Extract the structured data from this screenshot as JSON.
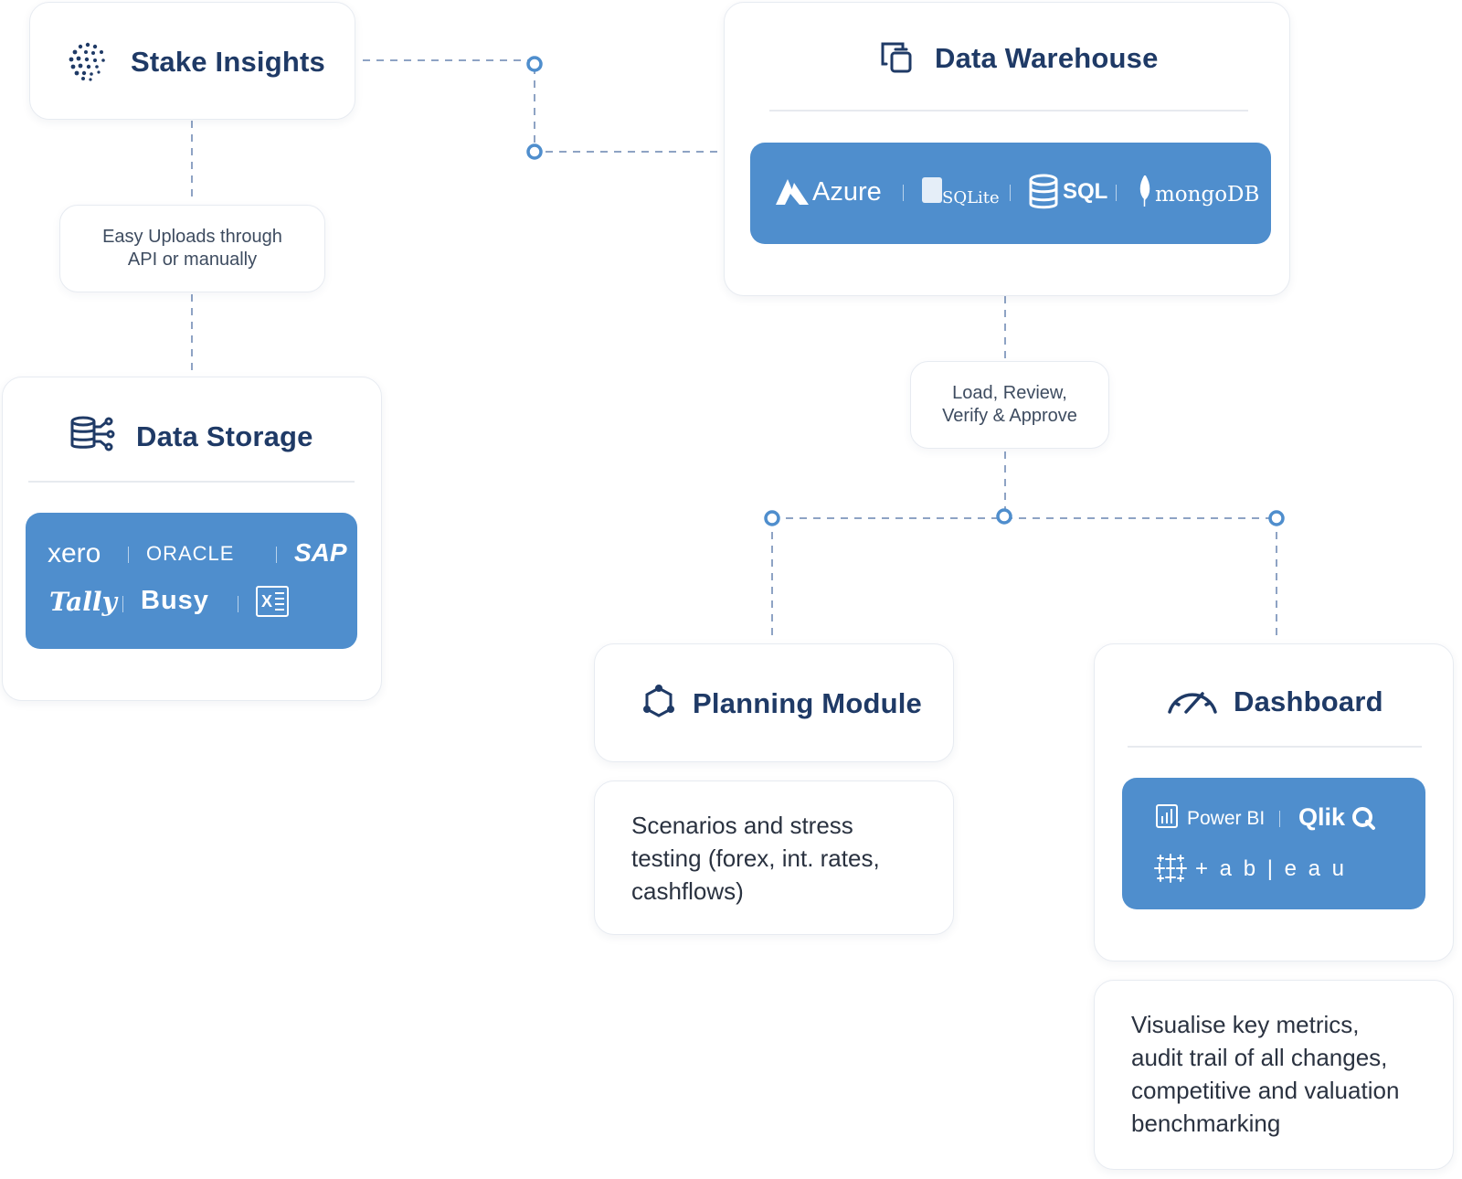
{
  "nodes": {
    "stake_insights": {
      "title": "Stake Insights"
    },
    "data_warehouse": {
      "title": "Data Warehouse",
      "logos": [
        "Azure",
        "SQLite",
        "SQL",
        "mongoDB"
      ]
    },
    "data_storage": {
      "title": "Data Storage",
      "logos": [
        "xero",
        "ORACLE",
        "SAP",
        "Tally",
        "Busy",
        "X"
      ]
    },
    "planning_module": {
      "title": "Planning Module",
      "description": [
        "Scenarios and stress",
        "testing (forex, int. rates,",
        "cashflows)"
      ]
    },
    "dashboard": {
      "title": "Dashboard",
      "logos": [
        "Power BI",
        "Qlik",
        "+ a b | e a u"
      ],
      "description": [
        "Visualise key metrics,",
        "audit trail of all changes,",
        "competitive and valuation",
        "benchmarking"
      ]
    }
  },
  "edge_labels": {
    "uploads": [
      "Easy Uploads through",
      "API or manually"
    ],
    "load_review": [
      "Load, Review,",
      "Verify & Approve"
    ]
  },
  "colors": {
    "primary_text": "#1f3a66",
    "logo_band": "#4f8ecd",
    "connector": "#8ea3c4",
    "connector_dot": "#4f8ecd"
  }
}
